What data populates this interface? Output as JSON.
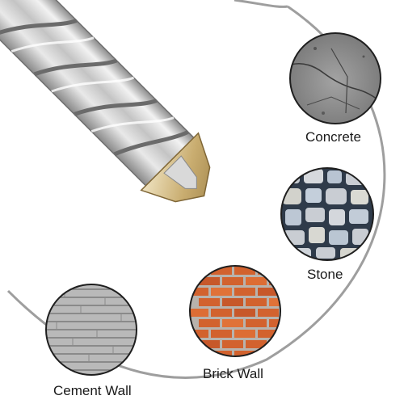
{
  "materials": [
    {
      "id": "concrete",
      "label": "Concrete"
    },
    {
      "id": "stone",
      "label": "Stone"
    },
    {
      "id": "brick",
      "label": "Brick Wall"
    },
    {
      "id": "cement",
      "label": "Cement Wall"
    }
  ],
  "colors": {
    "ring": "#9e9e9e",
    "steel_light": "#e6e6e6",
    "steel_mid": "#b5b5b5",
    "steel_dark": "#7d7d7d",
    "carbide": "#cbb57e",
    "concrete": "#8e8e8e",
    "stone_grout": "#2f3b4a",
    "brick": "#d2622e",
    "mortar": "#b8b3ad",
    "cement": "#b9b9b9"
  }
}
